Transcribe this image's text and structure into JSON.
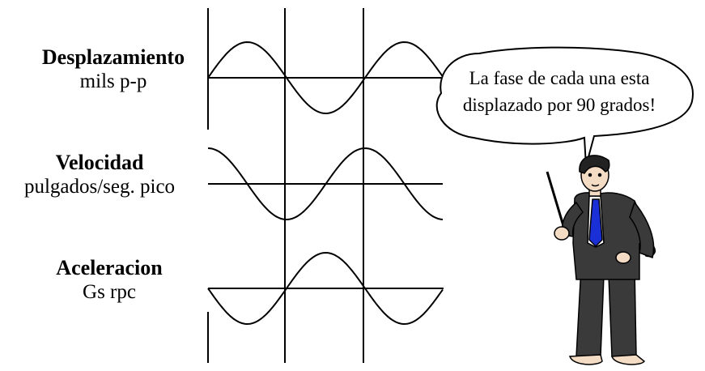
{
  "waves": [
    {
      "name": "Desplazamiento",
      "unit": "mils p-p"
    },
    {
      "name": "Velocidad",
      "unit": "pulgados/seg. pico"
    },
    {
      "name": "Aceleracion",
      "unit": "Gs rpc"
    }
  ],
  "speech": {
    "line1": "La fase de cada una esta",
    "line2": "displazado por 90 grados!"
  },
  "colors": {
    "ink": "#000000",
    "suit": "#3a3a3a",
    "tie": "#1a2fd6",
    "skin": "#f4dcc4",
    "hair": "#222222"
  },
  "figure": "teacher-with-pointer"
}
